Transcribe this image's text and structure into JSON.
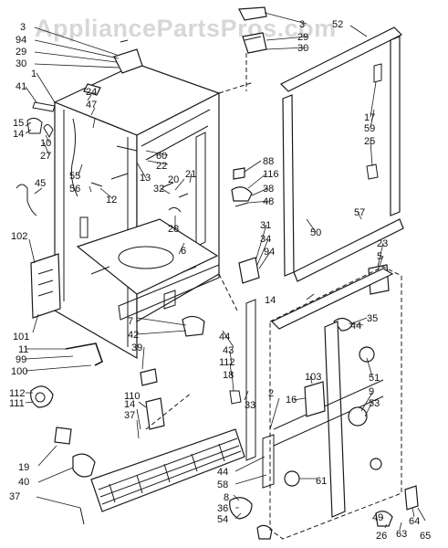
{
  "watermark": "AppliancePartsPros.com",
  "callouts": [
    "3",
    "94",
    "29",
    "30",
    "41",
    "1",
    "15",
    "14",
    "10",
    "27",
    "24",
    "47",
    "60",
    "22",
    "13",
    "55",
    "56",
    "12",
    "45",
    "20",
    "21",
    "32",
    "28",
    "6",
    "102",
    "101",
    "11",
    "99",
    "100",
    "112",
    "111",
    "19",
    "40",
    "37",
    "14",
    "37",
    "110",
    "7",
    "42",
    "39",
    "44",
    "43",
    "112",
    "18",
    "33",
    "16",
    "103",
    "2",
    "44",
    "58",
    "8",
    "36",
    "54",
    "61",
    "3",
    "29",
    "30",
    "52",
    "17",
    "59",
    "25",
    "88",
    "116",
    "38",
    "48",
    "31",
    "34",
    "94",
    "50",
    "57",
    "14",
    "23",
    "5",
    "35",
    "44",
    "51",
    "9",
    "53",
    "49",
    "26",
    "63",
    "64",
    "65"
  ]
}
